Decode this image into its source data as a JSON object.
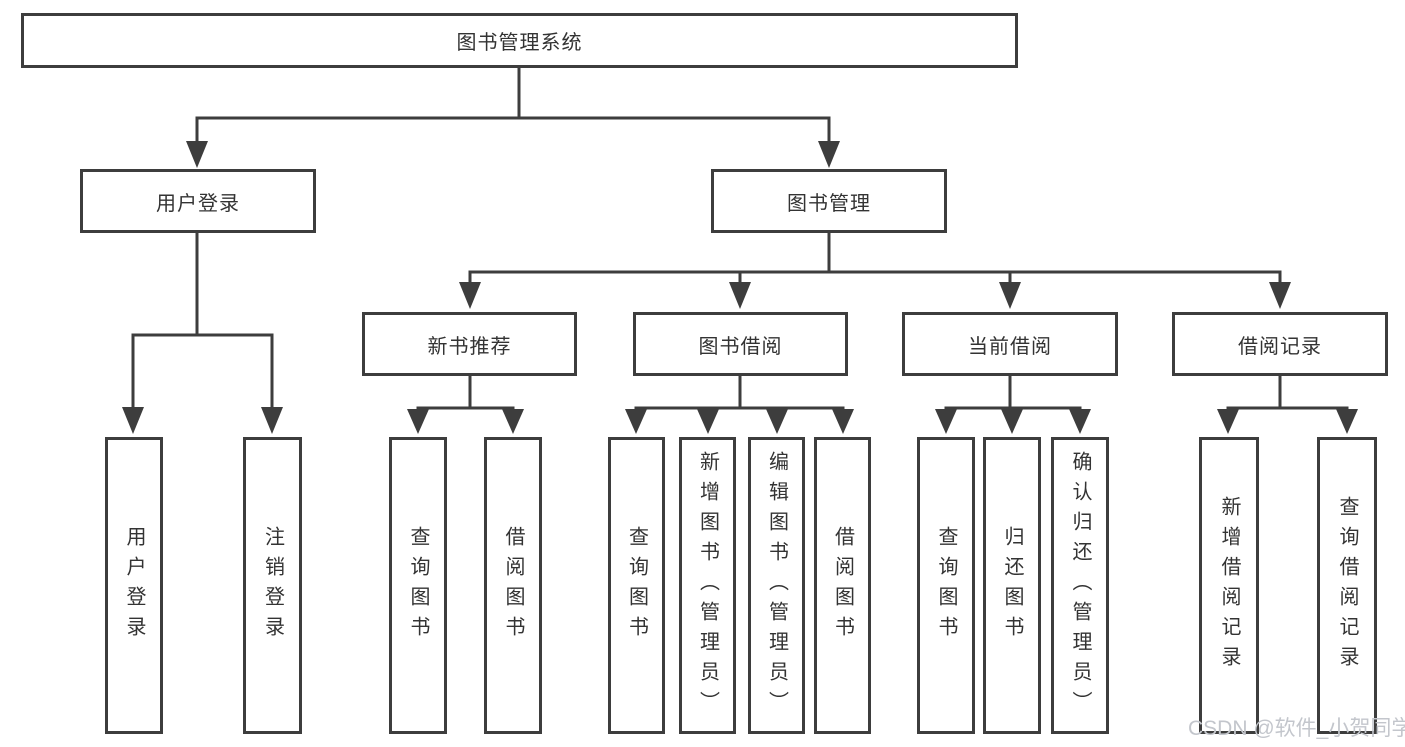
{
  "diagram": {
    "root": {
      "label": "图书管理系统"
    },
    "branches": [
      {
        "label": "用户登录",
        "leaves": [
          {
            "label": "用户登录"
          },
          {
            "label": "注销登录"
          }
        ]
      },
      {
        "label": "图书管理",
        "groups": [
          {
            "label": "新书推荐",
            "leaves": [
              {
                "label": "查询图书"
              },
              {
                "label": "借阅图书"
              }
            ]
          },
          {
            "label": "图书借阅",
            "leaves": [
              {
                "label": "查询图书"
              },
              {
                "label": "新增图书（管理员）"
              },
              {
                "label": "编辑图书（管理员）"
              },
              {
                "label": "借阅图书"
              }
            ]
          },
          {
            "label": "当前借阅",
            "leaves": [
              {
                "label": "查询图书"
              },
              {
                "label": "归还图书"
              },
              {
                "label": "确认归还（管理员）"
              }
            ]
          },
          {
            "label": "借阅记录",
            "leaves": [
              {
                "label": "新增借阅记录"
              },
              {
                "label": "查询借阅记录"
              }
            ]
          }
        ]
      }
    ]
  },
  "watermark": {
    "text": "CSDN @软件_小贺同学"
  },
  "colors": {
    "line": "#3d3d3d",
    "text": "#333333",
    "watermark": "#c3c6cc",
    "background": "#ffffff"
  }
}
